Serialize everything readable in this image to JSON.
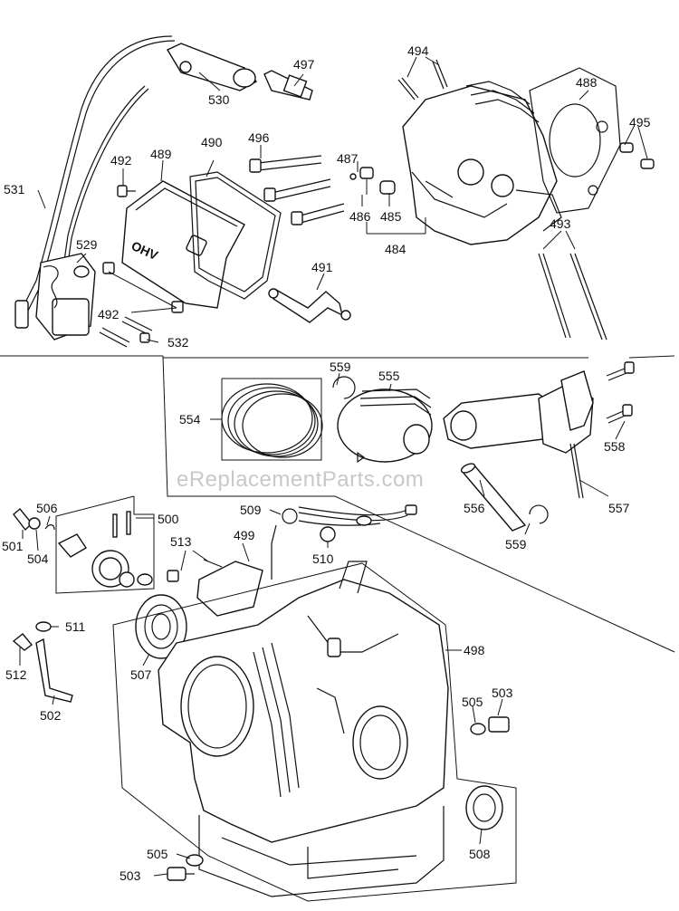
{
  "watermark": "eReplacementParts.com",
  "cover_text": "OHV",
  "labels": {
    "l531": "531",
    "l530": "530",
    "l497": "497",
    "l494": "494",
    "l488": "488",
    "l495": "495",
    "l496": "496",
    "l492a": "492",
    "l489": "489",
    "l490": "490",
    "l487": "487",
    "l486": "486",
    "l485": "485",
    "l484": "484",
    "l493": "493",
    "l529": "529",
    "l491": "491",
    "l492b": "492",
    "l532": "532",
    "l559a": "559",
    "l555": "555",
    "l554": "554",
    "l558": "558",
    "l556": "556",
    "l559b": "559",
    "l557": "557",
    "l506": "506",
    "l500": "500",
    "l501": "501",
    "l504": "504",
    "l509": "509",
    "l499": "499",
    "l513": "513",
    "l510": "510",
    "l511": "511",
    "l507": "507",
    "l512": "512",
    "l502": "502",
    "l498": "498",
    "l505a": "505",
    "l503a": "503",
    "l508": "508",
    "l505b": "505",
    "l503b": "503"
  }
}
